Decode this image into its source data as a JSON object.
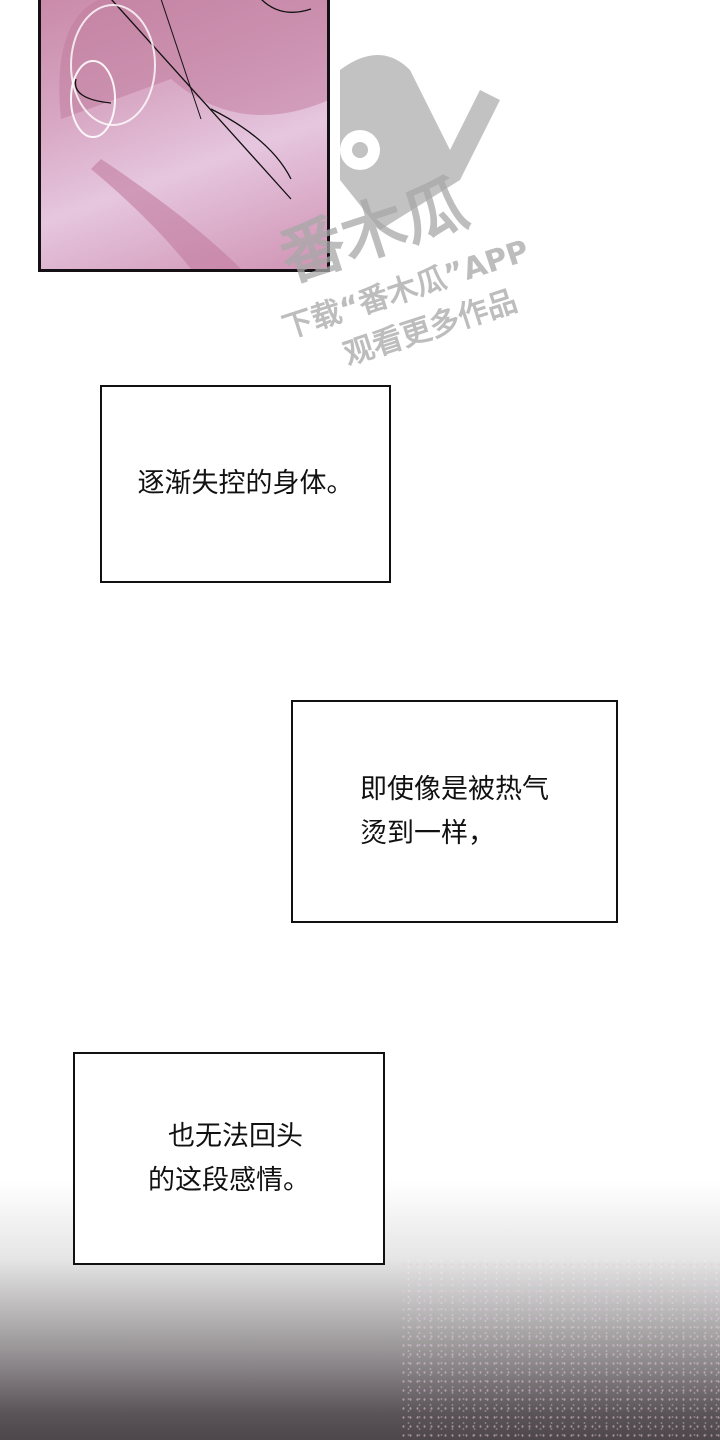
{
  "watermark": {
    "logo_text": "番木瓜",
    "line1": "下载“番木瓜”APP",
    "line2": "观看更多作品"
  },
  "captions": [
    {
      "lines": [
        "逐渐失控的身体。"
      ]
    },
    {
      "lines": [
        "即使像是被热气",
        "烫到一样，"
      ]
    },
    {
      "lines": [
        "也无法回头",
        "的这段感情。"
      ]
    }
  ],
  "colors": {
    "panel_pink": "#d8a8c4",
    "bottom_dark": "#4d464b"
  }
}
